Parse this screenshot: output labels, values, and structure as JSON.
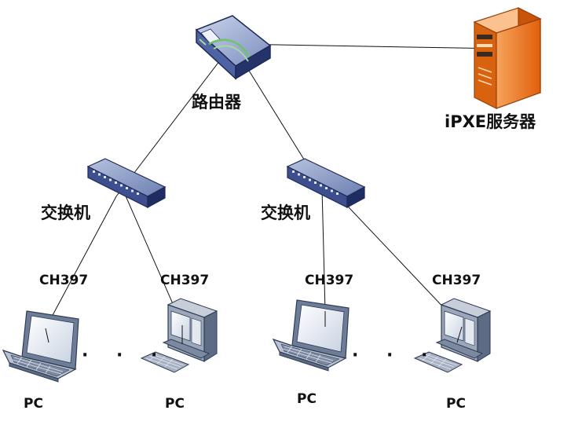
{
  "router": {
    "label": "路由器"
  },
  "server": {
    "label": "iPXE服务器"
  },
  "switches": [
    {
      "label": "交换机"
    },
    {
      "label": "交换机"
    }
  ],
  "endpoints": [
    {
      "chip": "CH397",
      "device": "PC",
      "kind": "laptop"
    },
    {
      "chip": "CH397",
      "device": "PC",
      "kind": "desktop"
    },
    {
      "chip": "CH397",
      "device": "PC",
      "kind": "laptop"
    },
    {
      "chip": "CH397",
      "device": "PC",
      "kind": "desktop"
    }
  ],
  "ellipsis": "· · ·",
  "colors": {
    "switch_body": "#2c3f78",
    "switch_top": "#8a9bc4",
    "server_orange": "#f07a1c",
    "link_line": "#111111"
  }
}
